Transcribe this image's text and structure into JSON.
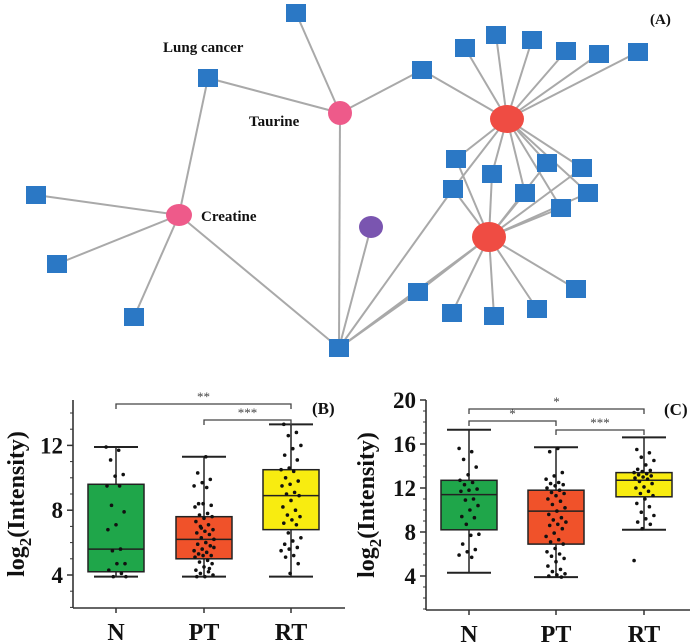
{
  "panel_a": {
    "label": "(A)",
    "edge_color": "#a9a9a9",
    "node_colors": {
      "gene": "#2b78c5",
      "hub": "#ef4c43",
      "metabolite": "#ee5a8a",
      "other": "#7a55b0"
    },
    "nodes": [
      {
        "id": "taurine",
        "type": "metabolite",
        "label": "Taurine"
      },
      {
        "id": "creatine",
        "type": "metabolite",
        "label": "Creatine"
      },
      {
        "id": "lung_cancer",
        "type": "gene",
        "label": "Lung cancer"
      },
      {
        "id": "hub1",
        "type": "hub",
        "label": ""
      },
      {
        "id": "hub2",
        "type": "hub",
        "label": ""
      },
      {
        "id": "purple",
        "type": "other",
        "label": ""
      }
    ]
  },
  "chart_data": [
    {
      "type": "box",
      "panel": "(B)",
      "ylabel": "log2(Intensity)",
      "categories": [
        "N",
        "PT",
        "RT"
      ],
      "yticks": [
        4,
        8,
        12
      ],
      "ylim": [
        1.5,
        14.8
      ],
      "colors": [
        "#1fa64a",
        "#f0522a",
        "#f8ec10"
      ],
      "series": [
        {
          "name": "N",
          "whisker_low": 3.9,
          "q1": 4.2,
          "median": 5.6,
          "q3": 9.6,
          "whisker_high": 11.9,
          "points": [
            11.9,
            11.7,
            11.1,
            10.2,
            10.1,
            9.5,
            9.5,
            8.3,
            7.9,
            7.1,
            6.8,
            5.6,
            5.5,
            4.7,
            4.7,
            4.3,
            4.1,
            3.9,
            3.9
          ]
        },
        {
          "name": "PT",
          "whisker_low": 3.9,
          "q1": 5.0,
          "median": 6.2,
          "q3": 7.6,
          "whisker_high": 11.3,
          "points": [
            11.3,
            10.3,
            9.9,
            9.7,
            9.5,
            9.4,
            8.4,
            8.3,
            8.4,
            8.2,
            7.8,
            7.7,
            7.6,
            7.5,
            7.3,
            7.1,
            7.0,
            6.8,
            6.7,
            6.6,
            6.5,
            6.3,
            6.2,
            6.0,
            5.9,
            5.8,
            5.6,
            5.5,
            5.4,
            5.3,
            5.2,
            5.2,
            5.1,
            4.9,
            4.8,
            4.7,
            4.5,
            4.3,
            4.2,
            4.1,
            4.0,
            3.9,
            3.9,
            4.4,
            6.9,
            5.7
          ]
        },
        {
          "name": "RT",
          "whisker_low": 3.9,
          "q1": 6.8,
          "median": 8.9,
          "q3": 10.5,
          "whisker_high": 13.3,
          "points": [
            13.3,
            12.8,
            12.6,
            12.0,
            11.8,
            11.4,
            11.1,
            10.6,
            10.5,
            10.4,
            10.0,
            9.8,
            9.6,
            9.5,
            9.1,
            9.0,
            8.9,
            8.6,
            8.2,
            8.0,
            7.7,
            7.6,
            7.4,
            7.2,
            7.1,
            6.6,
            6.3,
            6.1,
            5.9,
            5.7,
            5.6,
            5.5,
            5.2,
            5.1,
            4.7,
            4.1
          ]
        }
      ],
      "significance": [
        {
          "from": "N",
          "to": "RT",
          "label": "**"
        },
        {
          "from": "PT",
          "to": "RT",
          "label": "***"
        }
      ]
    },
    {
      "type": "box",
      "panel": "(C)",
      "ylabel": "log2(Intensity)",
      "categories": [
        "N",
        "PT",
        "RT"
      ],
      "yticks": [
        4,
        8,
        12,
        16,
        20
      ],
      "ylim": [
        1,
        20
      ],
      "colors": [
        "#1fa64a",
        "#f0522a",
        "#f8ec10"
      ],
      "series": [
        {
          "name": "N",
          "whisker_low": 4.3,
          "q1": 8.2,
          "median": 11.4,
          "q3": 12.7,
          "whisker_high": 17.3,
          "points": [
            15.6,
            15.3,
            14.6,
            13.9,
            13.2,
            12.7,
            12.5,
            12.3,
            11.9,
            11.8,
            11.7,
            11.0,
            10.9,
            10.4,
            10.0,
            9.4,
            9.3,
            8.7,
            7.8,
            7.7,
            6.9,
            6.4,
            6.2,
            5.9,
            5.7
          ]
        },
        {
          "name": "PT",
          "whisker_low": 3.9,
          "q1": 6.9,
          "median": 9.9,
          "q3": 11.8,
          "whisker_high": 15.7,
          "points": [
            15.6,
            15.3,
            13.4,
            13.1,
            12.8,
            12.5,
            12.4,
            12.3,
            12.2,
            12.0,
            11.8,
            11.6,
            11.5,
            11.3,
            11.0,
            10.8,
            10.5,
            10.2,
            9.9,
            9.6,
            9.3,
            9.1,
            8.9,
            8.7,
            8.6,
            8.3,
            7.9,
            7.6,
            7.3,
            7.1,
            6.9,
            6.5,
            6.2,
            6.0,
            5.8,
            5.6,
            5.3,
            4.9,
            4.6,
            4.4,
            4.2,
            4.1,
            4.0,
            3.9
          ]
        },
        {
          "name": "RT",
          "whisker_low": 8.2,
          "q1": 11.2,
          "median": 12.7,
          "q3": 13.4,
          "whisker_high": 16.6,
          "points": [
            15.5,
            15.2,
            14.8,
            14.5,
            14.1,
            13.7,
            13.6,
            13.5,
            13.4,
            13.3,
            13.2,
            13.1,
            13.0,
            12.9,
            12.8,
            12.6,
            12.4,
            12.1,
            12.0,
            11.7,
            11.5,
            11.3,
            11.0,
            10.6,
            10.3,
            9.8,
            9.5,
            9.2,
            8.9,
            8.7,
            8.3,
            5.4
          ]
        }
      ],
      "significance": [
        {
          "from": "N",
          "to": "RT",
          "label": "*"
        },
        {
          "from": "N",
          "to": "PT",
          "label": "*"
        },
        {
          "from": "PT",
          "to": "RT",
          "label": "***"
        }
      ]
    }
  ]
}
